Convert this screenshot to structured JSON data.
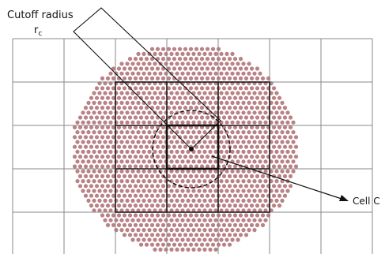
{
  "labels": {
    "cutoff_radius": "Cutoff radius",
    "cutoff_symbol_main": "r",
    "cutoff_symbol_sub": "c",
    "cell_label": "Cell C"
  },
  "grid": {
    "columns": 7,
    "rows": 5
  },
  "colors": {
    "particle": "#b98285",
    "grid_line": "#888888",
    "dark_line": "#1a1a1a",
    "background": "#ffffff"
  }
}
